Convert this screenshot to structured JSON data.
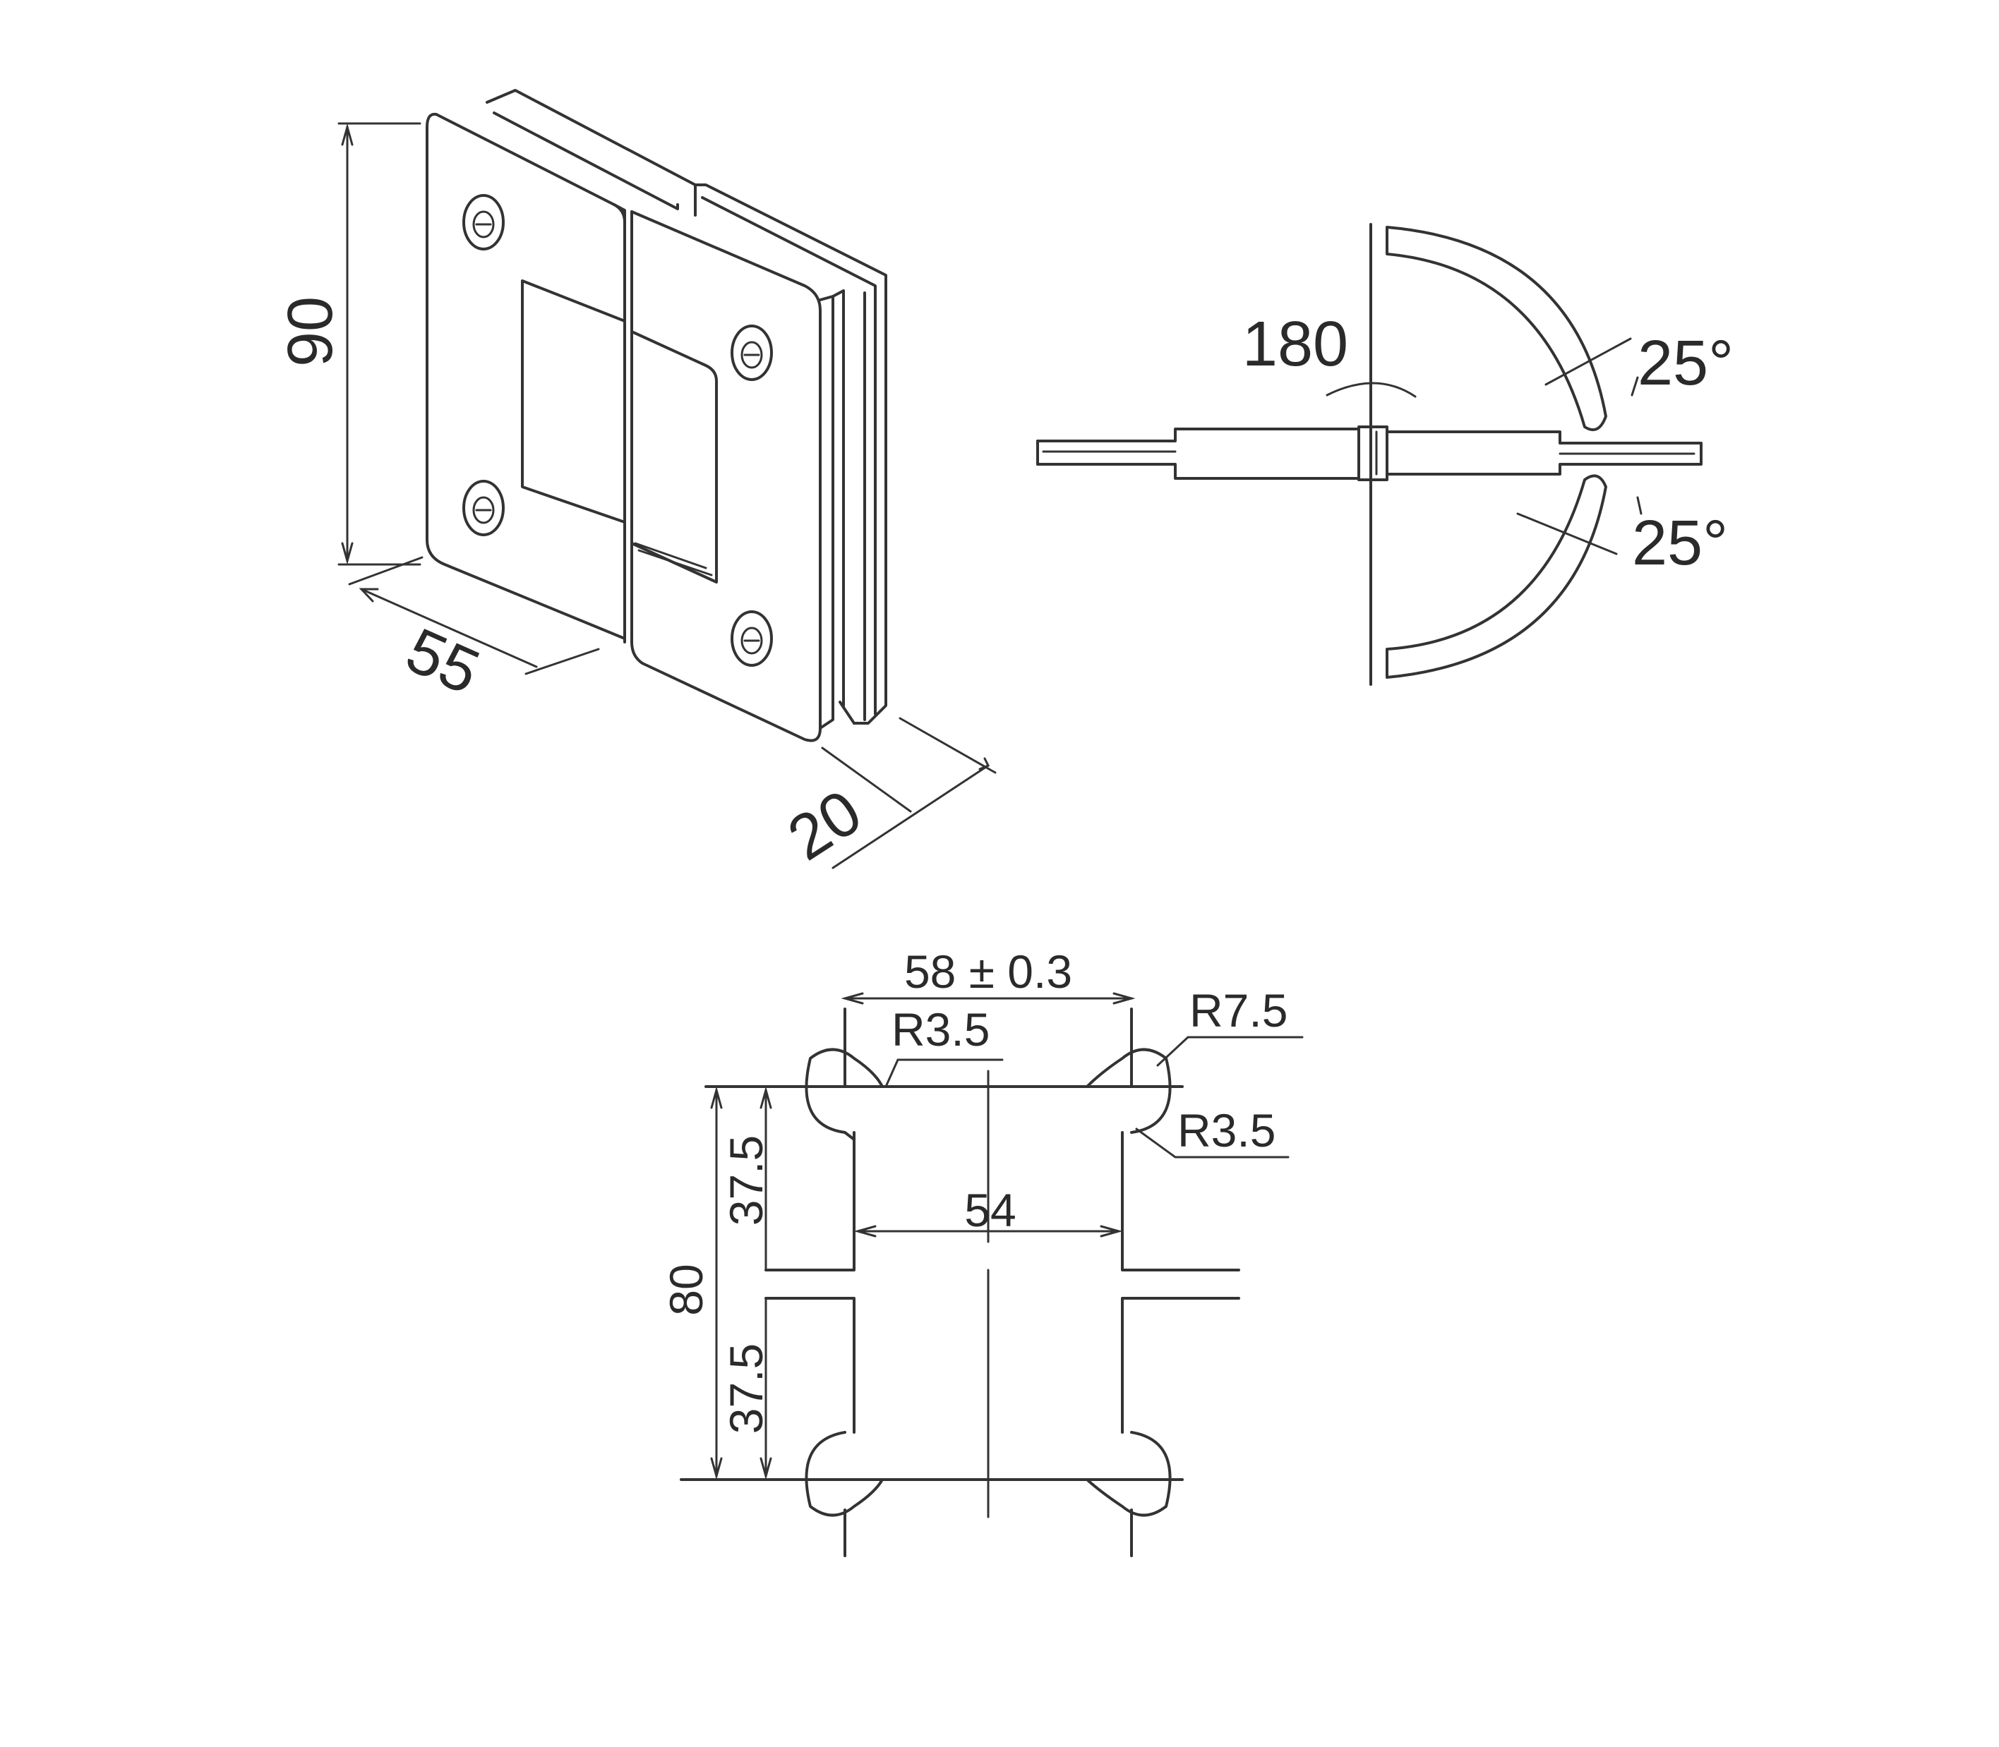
{
  "colors": {
    "line": "#333333",
    "text": "#2a2a2a",
    "background": "#ffffff"
  },
  "iso_view": {
    "height": "90",
    "width": "55",
    "depth": "20"
  },
  "swing_view": {
    "rotation": "180",
    "angle_upper": "25°",
    "angle_lower": "25°"
  },
  "cutout_view": {
    "width_tolerance": "58 ± 0.3",
    "radius_left_top": "R3.5",
    "radius_outer": "R7.5",
    "radius_right_inner": "R3.5",
    "inner_width": "54",
    "total_height": "80",
    "half_height_upper": "37.5",
    "half_height_lower": "37.5"
  }
}
